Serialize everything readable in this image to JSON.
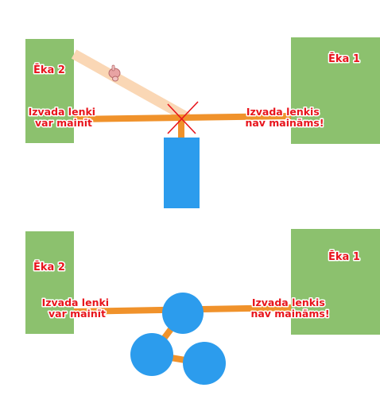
{
  "diagram_top": {
    "building_left": "Ēka 2",
    "building_right": "Ēka 1",
    "left_note": [
      "Izvada lenki",
      "var mainīt"
    ],
    "right_note": [
      "Izvada lenkis",
      "nav maināms!"
    ]
  },
  "diagram_bottom": {
    "building_left": "Ēka 2",
    "building_right": "Ēka 1",
    "left_note": [
      "Izvada lenki",
      "var mainīt"
    ],
    "right_note": [
      "Izvada lenkis",
      "nav maināms!"
    ]
  },
  "colors": {
    "building": "#8cc16e",
    "pipe": "#f0922b",
    "arm": "#fad7b5",
    "tank": "#2c9ced",
    "cross": "#e8141c",
    "text": "#e8141c"
  },
  "icons": {
    "hand": "pointing-hand-icon",
    "cross": "x-mark-icon"
  }
}
